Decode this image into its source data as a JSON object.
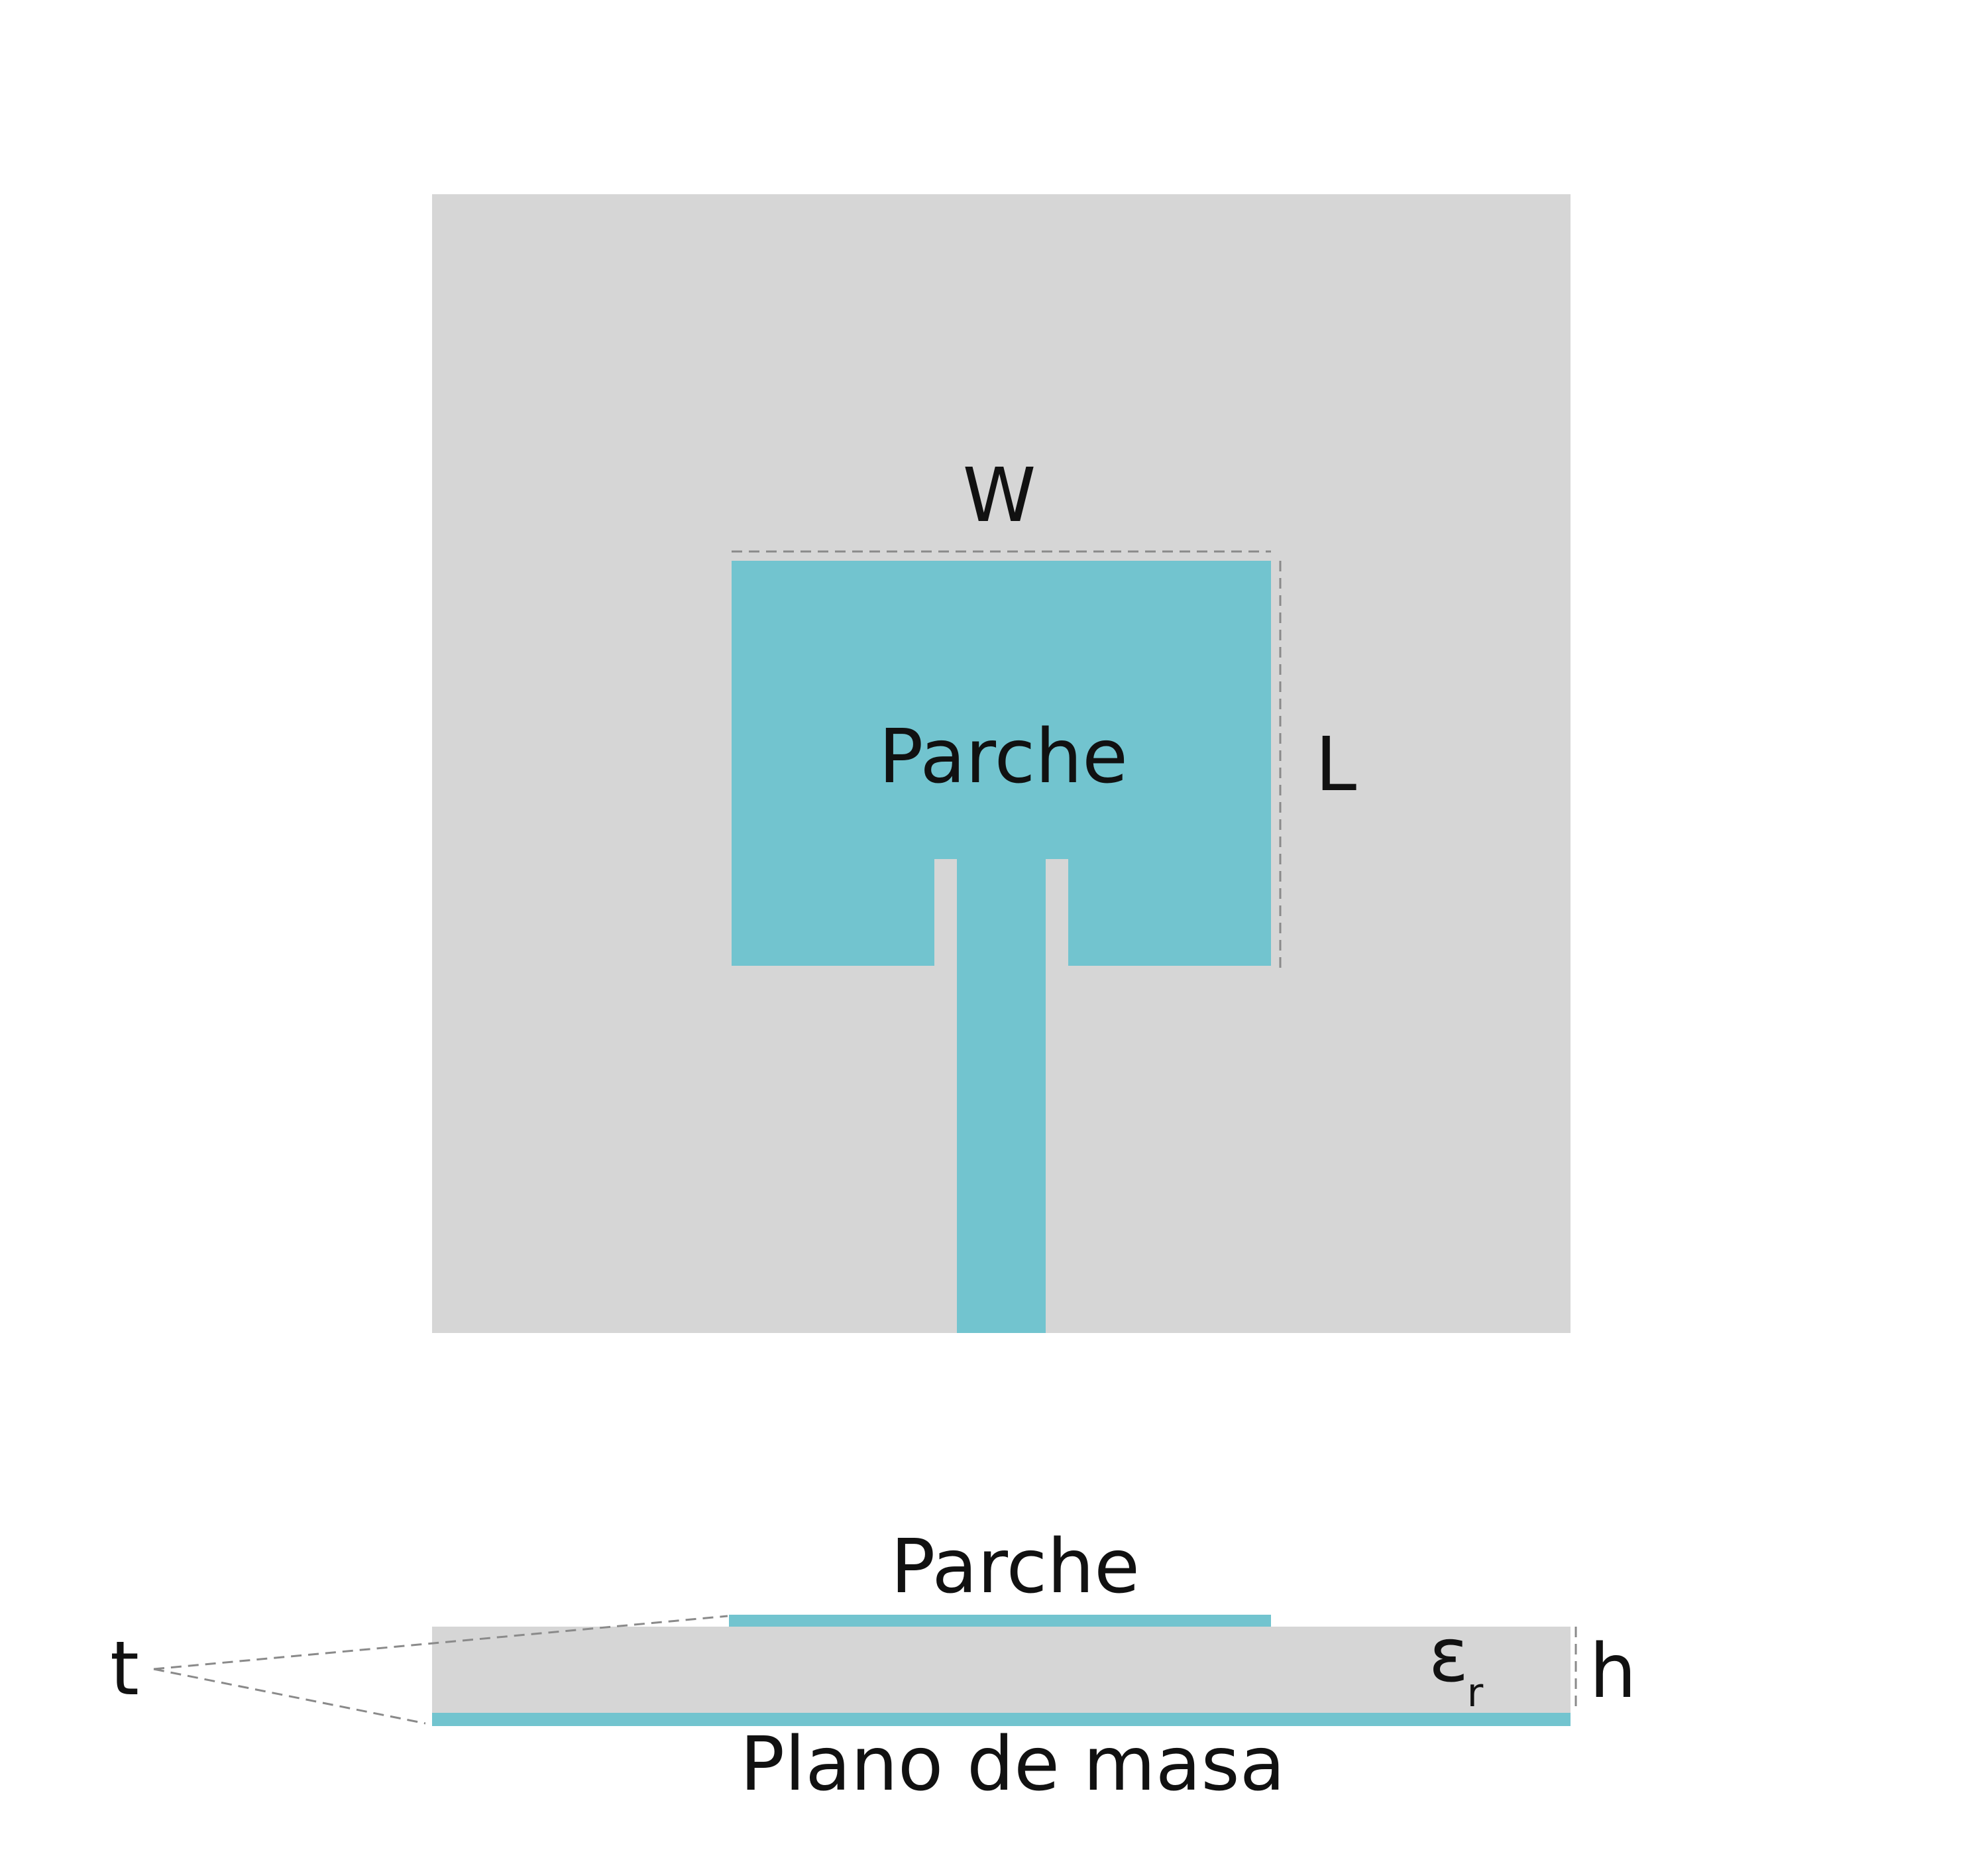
{
  "colors": {
    "substrate": "#d6d6d6",
    "copper": "#72c4cf",
    "text": "#111111",
    "dimension_line": "#8a8a8a",
    "background": "#ffffff"
  },
  "top_view": {
    "patch_label": "Parche",
    "width_label": "W",
    "length_label": "L"
  },
  "side_view": {
    "patch_label": "Parche",
    "ground_label": "Plano de masa",
    "thickness_label": "t",
    "height_label": "h",
    "permittivity_symbol": "ε",
    "permittivity_subscript": "r"
  }
}
